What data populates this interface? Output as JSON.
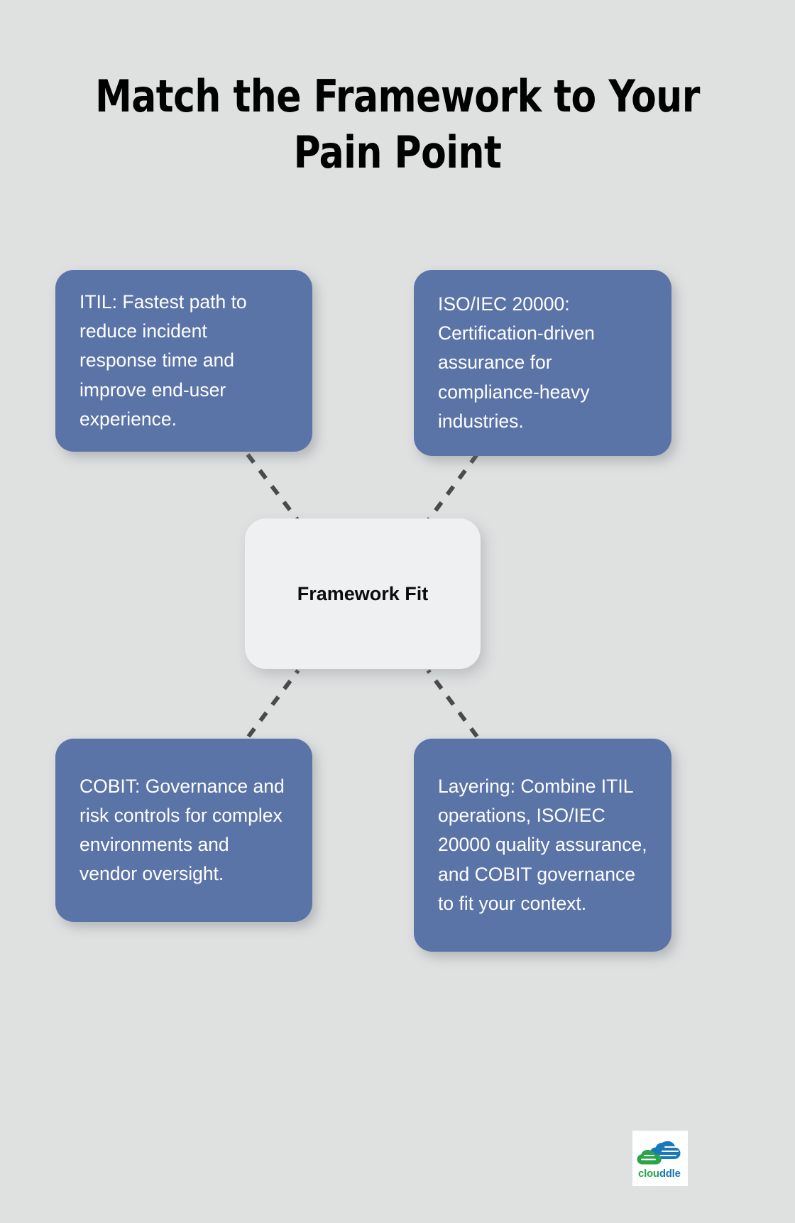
{
  "page": {
    "background_color": "#dfe1e1",
    "title": "Match the Framework to Your Pain Point",
    "title_line1": "Match the Framework to Your",
    "title_line2": "Pain Point"
  },
  "theme": {
    "node_blue": "#5b74a8",
    "node_center_bg": "#eef0f2",
    "node_text_color": "#ffffff",
    "center_text_color": "#0c0c0c",
    "connector_color": "#4a4a4a",
    "logo_green": "#2aa34a",
    "logo_blue": "#1878be"
  },
  "diagram": {
    "center": {
      "label": "Framework Fit"
    },
    "nodes": [
      {
        "id": "itil",
        "label": "ITIL: Fastest path to reduce incident response time and improve end-user experience.",
        "position": "top-left"
      },
      {
        "id": "iso",
        "label": "ISO/IEC 20000: Certification-driven assurance for compliance-heavy industries.",
        "position": "top-right"
      },
      {
        "id": "cobit",
        "label": "COBIT: Governance and risk controls for complex environments and vendor oversight.",
        "position": "bottom-left"
      },
      {
        "id": "layering",
        "label": "Layering: Combine ITIL operations, ISO/IEC 20000 quality assurance, and COBIT governance to fit your context.",
        "position": "bottom-right"
      }
    ],
    "connectors": [
      {
        "from": "itil",
        "to": "center",
        "style": "dashed"
      },
      {
        "from": "iso",
        "to": "center",
        "style": "dashed"
      },
      {
        "from": "cobit",
        "to": "center",
        "style": "dashed"
      },
      {
        "from": "layering",
        "to": "center",
        "style": "dashed"
      }
    ]
  },
  "logo": {
    "brand": "clouddle",
    "brand_part_green": "clou",
    "brand_part_blue": "ddle"
  }
}
